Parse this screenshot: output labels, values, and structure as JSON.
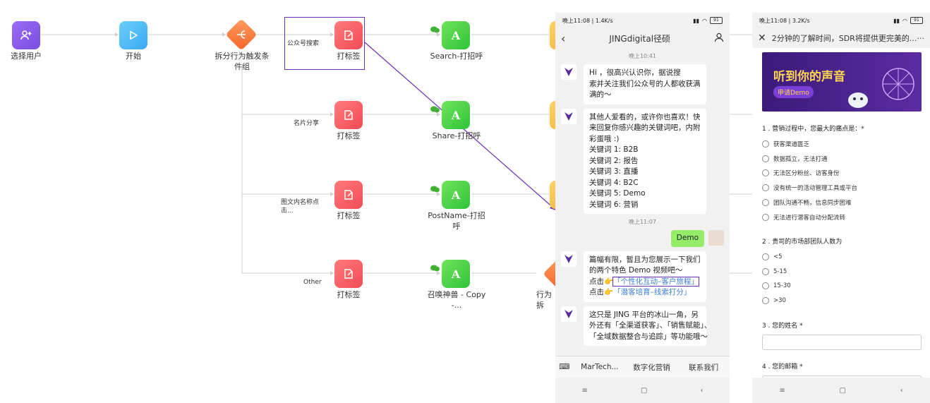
{
  "flow": {
    "nodes": {
      "select_user": "选择用户",
      "start": "开始",
      "split": "拆分行为触发条件组",
      "tag1": "打标签",
      "tag2": "打标签",
      "tag3": "打标签",
      "tag4": "打标签",
      "greet1": "Search-打招呼",
      "greet2": "Share-打招呼",
      "greet3": "PostName-打招呼",
      "greet4": "召唤神兽 - Copy -...",
      "behavior": "行为拆"
    },
    "branches": {
      "b1": "公众号搜索",
      "b2": "名片分享",
      "b3": "图文内名称点击...",
      "b4": "Other"
    }
  },
  "chat": {
    "status_time": "晚上11:08 | 1.4K/s",
    "battery": "91",
    "title": "JINGdigital径硕",
    "time1": "晚上10:41",
    "msg1": [
      "Hi ，很高兴认识你，据说搜",
      "索并关注我们公众号的人都收获满",
      "满的～"
    ],
    "msg2": [
      "其他人爱看的，或许你也喜欢！快",
      "来回复你感兴趣的关键词吧，内附",
      "彩蛋哦 :)",
      "关键词 1: B2B",
      "关键词 2: 报告",
      "关键词 3: 直播",
      "关键词 4: B2C",
      "关键词 5: Demo",
      "关键词 6: 营销"
    ],
    "time2": "晚上11:07",
    "my_msg": "Demo",
    "msg3": {
      "l1": "篇幅有限，暂且为您展示一下我们",
      "l2": "的两个特色 Demo 视频吧～",
      "l3_prefix": "点击👉",
      "link1": "「个性化互动–客户旅程」",
      "l4_prefix": "点击👉",
      "link2": "「潜客培育–线索打分」"
    },
    "msg4": [
      "这只是 JING 平台的冰山一角，另",
      "外还有「全渠道获客」、「销售赋能」、",
      "「全域数据整合与追踪」等功能哦～"
    ],
    "menu": [
      "MarTech...",
      "数字化营销",
      "联系我们"
    ]
  },
  "form": {
    "status_time": "晚上11:08 | 3.2K/s",
    "battery": "91",
    "title": "2分钟的了解时间，SDR将提供更完美的...",
    "banner_title": "听到你的声音",
    "banner_button": "申请Demo",
    "q1": "1 . 营销过程中，您最大的痛点是：*",
    "q1_options": [
      "获客渠道匮乏",
      "数据孤立，无法打通",
      "无法区分粉丝、访客身份",
      "没有统一的活动管理工具或平台",
      "团队沟通不畅，信息同步困难",
      "无法进行潜客自动分配流转"
    ],
    "q2": "2 . 贵司的市场部团队人数为",
    "q2_options": [
      "<5",
      "5-15",
      "15-30",
      ">30"
    ],
    "q3": "3 . 您的姓名 *",
    "q4": "4 . 您的邮箱 *"
  }
}
